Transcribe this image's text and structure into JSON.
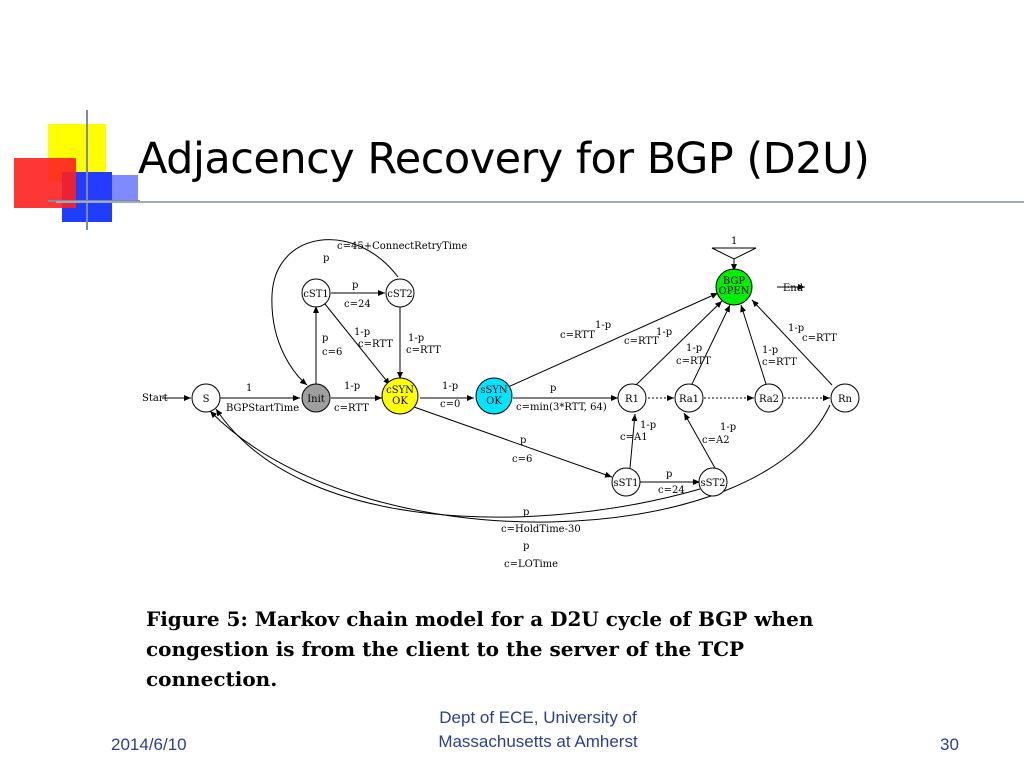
{
  "slide": {
    "title": "Adjacency Recovery for BGP (D2U)",
    "caption": "Figure 5: Markov chain model for a D2U cycle of BGP when congestion is from the client to the server of the TCP connection.",
    "footer": {
      "date": "2014/6/10",
      "center_line1": "Dept of ECE, University of",
      "center_line2": "Massachusetts at Amherst",
      "page_number": "30"
    }
  },
  "diagram": {
    "colors": {
      "init": "#9e9e9e",
      "csyn": "#ffff00",
      "ssyn": "#00e5ff",
      "bgp": "#00ee00"
    },
    "nodes": {
      "s": "S",
      "init": "Init",
      "cst1": "cST1",
      "cst2": "cST2",
      "csyn_1": "cSYN",
      "csyn_2": "OK",
      "ssyn_1": "sSYN",
      "ssyn_2": "OK",
      "r1": "R1",
      "ra1": "Ra1",
      "ra2": "Ra2",
      "rn": "Rn",
      "sst1": "sST1",
      "sst2": "sST2",
      "bgp_1": "BGP",
      "bgp_2": "OPEN"
    },
    "labels": {
      "start": "Start",
      "end": "End",
      "retry_p": "p",
      "retry_c": "c=45+ConnectRetryTime",
      "s_init_1": "1",
      "s_init_c": "BGPStartTime",
      "cst1_cst2_p": "p",
      "cst1_cst2_c": "c=24",
      "init_cst1_p": "p",
      "init_cst1_c": "c=6",
      "cst1_csyn_p": "1-p",
      "cst1_csyn_c": "c=RTT",
      "cst2_csyn_p": "1-p",
      "cst2_csyn_c": "c=RTT",
      "init_csyn_p": "1-p",
      "init_csyn_c": "c=RTT",
      "csyn_ssyn_p": "1-p",
      "csyn_ssyn_c": "c=0",
      "ssyn_r1_p": "p",
      "ssyn_r1_c": "c=min(3*RTT, 64)",
      "ssyn_bgp_p": "1-p",
      "ssyn_bgp_c": "c=RTT",
      "r1_bgp_p": "1-p",
      "r1_bgp_c": "c=RTT",
      "ra1_bgp_p": "1-p",
      "ra1_bgp_c": "c=RTT",
      "ra2_bgp_p": "1-p",
      "ra2_bgp_c": "c=RTT",
      "rn_bgp_p": "1-p",
      "rn_bgp_c": "c=RTT",
      "csyn_sst1_p": "p",
      "csyn_sst1_c": "c=6",
      "sst1_r1_p": "1-p",
      "sst1_r1_c": "c=A1",
      "sst2_ra1_p": "1-p",
      "sst2_ra1_c": "c=A2",
      "sst1_sst2_p": "p",
      "sst1_sst2_c": "c=24",
      "hold_p": "p",
      "hold_c": "c=HoldTime-30",
      "lo_p": "p",
      "lo_c": "c=LOTime",
      "loop_1": "1"
    }
  }
}
